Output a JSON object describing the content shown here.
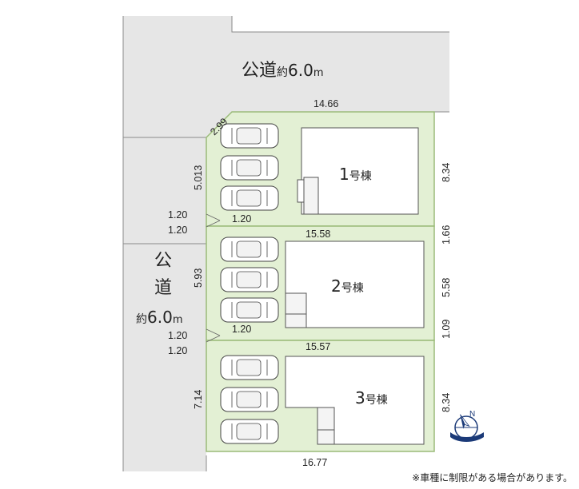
{
  "roads": {
    "north": {
      "label": "公道",
      "approx": "約",
      "value": "6.0",
      "unit": "m"
    },
    "west": {
      "label_1": "公",
      "label_2": "道",
      "approx": "約",
      "value": "6.0",
      "unit": "m"
    }
  },
  "buildings": [
    {
      "num": "1",
      "suffix": "号棟"
    },
    {
      "num": "2",
      "suffix": "号棟"
    },
    {
      "num": "3",
      "suffix": "号棟"
    }
  ],
  "dimensions": {
    "top": "14.66",
    "corner": "2.99",
    "lot1_left": "5.013",
    "lot1_right": "8.34",
    "gap1_a": "1.20",
    "gap1_b": "1.20",
    "gap1_c": "1.20",
    "line12": "15.58",
    "r12": "1.66",
    "lot2_left": "5.93",
    "lot2_right": "5.58",
    "r23": "1.09",
    "gap2_a": "1.20",
    "gap2_b": "1.20",
    "gap2_c": "1.20",
    "line23": "15.57",
    "lot3_left": "7.14",
    "lot3_right": "8.34",
    "bottom": "16.77"
  },
  "compass": {
    "letter": "N"
  },
  "note": "※車種に制限がある場合があります。",
  "colors": {
    "lot": "#e3f0d4",
    "lot_border": "#9bbb7a",
    "road": "#e6e6e6",
    "building": "#ffffff",
    "compass": "#1b3a78"
  }
}
